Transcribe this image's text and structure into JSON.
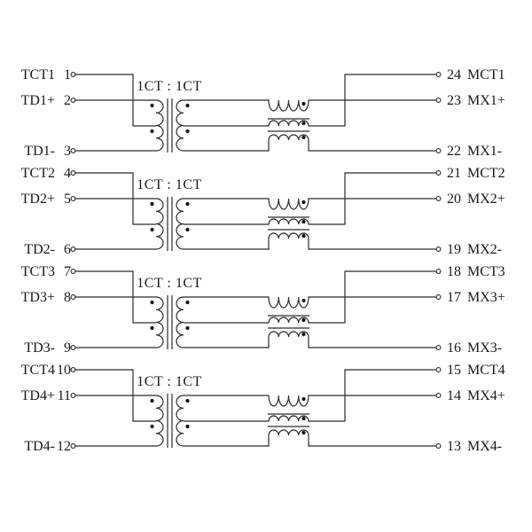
{
  "diagram": {
    "ratio_label": "1CT : 1CT",
    "line_color": "#2b2b2b",
    "text_color": "#1a1a1a",
    "background": "#ffffff",
    "channels": [
      {
        "left": [
          {
            "pin": "1",
            "name": "TCT1"
          },
          {
            "pin": "2",
            "name": "TD1+"
          },
          {
            "pin": "3",
            "name": "TD1-"
          }
        ],
        "right": [
          {
            "pin": "24",
            "name": "MCT1"
          },
          {
            "pin": "23",
            "name": "MX1+"
          },
          {
            "pin": "22",
            "name": "MX1-"
          }
        ]
      },
      {
        "left": [
          {
            "pin": "4",
            "name": "TCT2"
          },
          {
            "pin": "5",
            "name": "TD2+"
          },
          {
            "pin": "6",
            "name": "TD2-"
          }
        ],
        "right": [
          {
            "pin": "21",
            "name": "MCT2"
          },
          {
            "pin": "20",
            "name": "MX2+"
          },
          {
            "pin": "19",
            "name": "MX2-"
          }
        ]
      },
      {
        "left": [
          {
            "pin": "7",
            "name": "TCT3"
          },
          {
            "pin": "8",
            "name": "TD3+"
          },
          {
            "pin": "9",
            "name": "TD3-"
          }
        ],
        "right": [
          {
            "pin": "18",
            "name": "MCT3"
          },
          {
            "pin": "17",
            "name": "MX3+"
          },
          {
            "pin": "16",
            "name": "MX3-"
          }
        ]
      },
      {
        "left": [
          {
            "pin": "10",
            "name": "TCT4"
          },
          {
            "pin": "11",
            "name": "TD4+"
          },
          {
            "pin": "12",
            "name": "TD4-"
          }
        ],
        "right": [
          {
            "pin": "15",
            "name": "MCT4"
          },
          {
            "pin": "14",
            "name": "MX4+"
          },
          {
            "pin": "13",
            "name": "MX4-"
          }
        ]
      }
    ]
  }
}
